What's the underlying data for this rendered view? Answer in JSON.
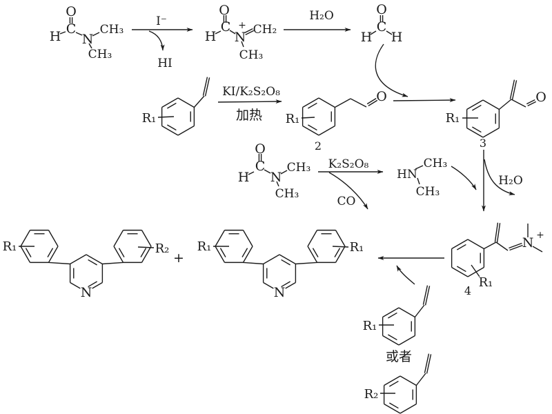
{
  "scheme": {
    "background": "#ffffff",
    "ink": "#1a1a1a",
    "steps": {
      "iodide_activation": {
        "reagent": "I⁻",
        "byproduct": "HI"
      },
      "hydrolysis": {
        "reagent": "H₂O"
      },
      "styrene_oxidation": {
        "reagent": "KI/K₂S₂O₈",
        "condition": "加热"
      },
      "dmf_decomposition": {
        "reagent": "K₂S₂O₈",
        "byproduct": "CO"
      },
      "condensation": {
        "released": "H₂O"
      },
      "alternative": "或者",
      "plus": "+"
    },
    "atom_labels": {
      "O": "O",
      "C": "C",
      "N": "N",
      "H": "H",
      "HN": "HN",
      "CH3": "CH₃",
      "CH2": "CH₂",
      "charge_plus": "+"
    },
    "substituents": {
      "R1": "R₁",
      "R2": "R₂"
    },
    "compound_numbers": {
      "two": "2",
      "three": "3",
      "four": "4"
    }
  }
}
